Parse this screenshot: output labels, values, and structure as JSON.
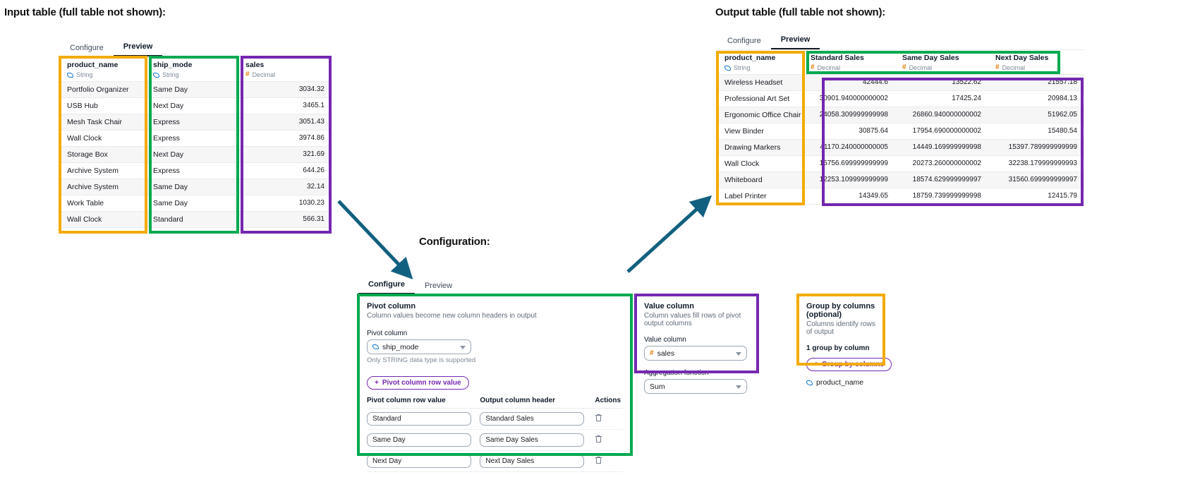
{
  "annotations": {
    "input_title": "Input table (full table not shown):",
    "output_title": "Output table (full table not shown):",
    "config_title": "Configuration:"
  },
  "colors": {
    "amber": "#f2ab00",
    "green": "#00a94f",
    "purple": "#7427b0",
    "arrow": "#12607f"
  },
  "input_table": {
    "tabs": [
      {
        "label": "Configure",
        "active": false
      },
      {
        "label": "Preview",
        "active": true
      }
    ],
    "columns": [
      {
        "name": "product_name",
        "type": "String",
        "type_icon": "string-icon"
      },
      {
        "name": "ship_mode",
        "type": "String",
        "type_icon": "string-icon"
      },
      {
        "name": "sales",
        "type": "Decimal",
        "type_icon": "decimal-icon"
      }
    ],
    "rows": [
      [
        "Portfolio Organizer",
        "Same Day",
        "3034.32"
      ],
      [
        "USB Hub",
        "Next Day",
        "3465.1"
      ],
      [
        "Mesh Task Chair",
        "Express",
        "3051.43"
      ],
      [
        "Wall Clock",
        "Express",
        "3974.86"
      ],
      [
        "Storage Box",
        "Next Day",
        "321.69"
      ],
      [
        "Archive System",
        "Express",
        "644.26"
      ],
      [
        "Archive System",
        "Same Day",
        "32.14"
      ],
      [
        "Work Table",
        "Same Day",
        "1030.23"
      ],
      [
        "Wall Clock",
        "Standard",
        "566.31"
      ]
    ]
  },
  "output_table": {
    "tabs": [
      {
        "label": "Configure",
        "active": false
      },
      {
        "label": "Preview",
        "active": true
      }
    ],
    "columns": [
      {
        "name": "product_name",
        "type": "String",
        "type_icon": "string-icon"
      },
      {
        "name": "Standard Sales",
        "type": "Decimal",
        "type_icon": "decimal-icon"
      },
      {
        "name": "Same Day Sales",
        "type": "Decimal",
        "type_icon": "decimal-icon"
      },
      {
        "name": "Next Day Sales",
        "type": "Decimal",
        "type_icon": "decimal-icon"
      }
    ],
    "rows": [
      [
        "Wireless Headset",
        "42444.6",
        "13522.62",
        "21557.18"
      ],
      [
        "Professional Art Set",
        "30901.940000000002",
        "17425.24",
        "20984.13"
      ],
      [
        "Ergonomic Office Chair",
        "24058.309999999998",
        "26860.940000000002",
        "51962.05"
      ],
      [
        "View Binder",
        "30875.64",
        "17954.690000000002",
        "15480.54"
      ],
      [
        "Drawing Markers",
        "41170.240000000005",
        "14449.169999999998",
        "15397.789999999999"
      ],
      [
        "Wall Clock",
        "15756.699999999999",
        "20273.260000000002",
        "32238.179999999993"
      ],
      [
        "Whiteboard",
        "12253.109999999999",
        "18574.629999999997",
        "31560.699999999997"
      ],
      [
        "Label Printer",
        "14349.65",
        "18759.739999999998",
        "12415.79"
      ]
    ]
  },
  "config": {
    "tabs": [
      {
        "label": "Configure",
        "active": true
      },
      {
        "label": "Preview",
        "active": false
      }
    ],
    "pivot_column": {
      "heading": "Pivot column",
      "description": "Column values become new column headers in output",
      "field_label": "Pivot column",
      "value": "ship_mode",
      "value_icon": "string-icon",
      "hint": "Only STRING data type is supported",
      "add_button": "Pivot column row value",
      "table_headers": [
        "Pivot column row value",
        "Output column header",
        "Actions"
      ],
      "rows": [
        {
          "row_value": "Standard",
          "output_header": "Standard Sales",
          "action_icon": "trash-icon"
        },
        {
          "row_value": "Same Day",
          "output_header": "Same Day Sales",
          "action_icon": "trash-icon"
        },
        {
          "row_value": "Next Day",
          "output_header": "Next Day Sales",
          "action_icon": "trash-icon"
        }
      ]
    },
    "value_column": {
      "heading": "Value column",
      "description": "Column values fill rows of pivot output columns",
      "field_label": "Value column",
      "value": "sales",
      "value_icon": "decimal-icon",
      "agg_label": "Aggregation function",
      "agg_value": "Sum"
    },
    "group_by": {
      "heading": "Group by columns (optional)",
      "description": "Columns identify rows of output",
      "count_label": "1 group by column",
      "add_button": "Group by columns",
      "chip": "product_name",
      "chip_icon": "string-icon"
    }
  }
}
